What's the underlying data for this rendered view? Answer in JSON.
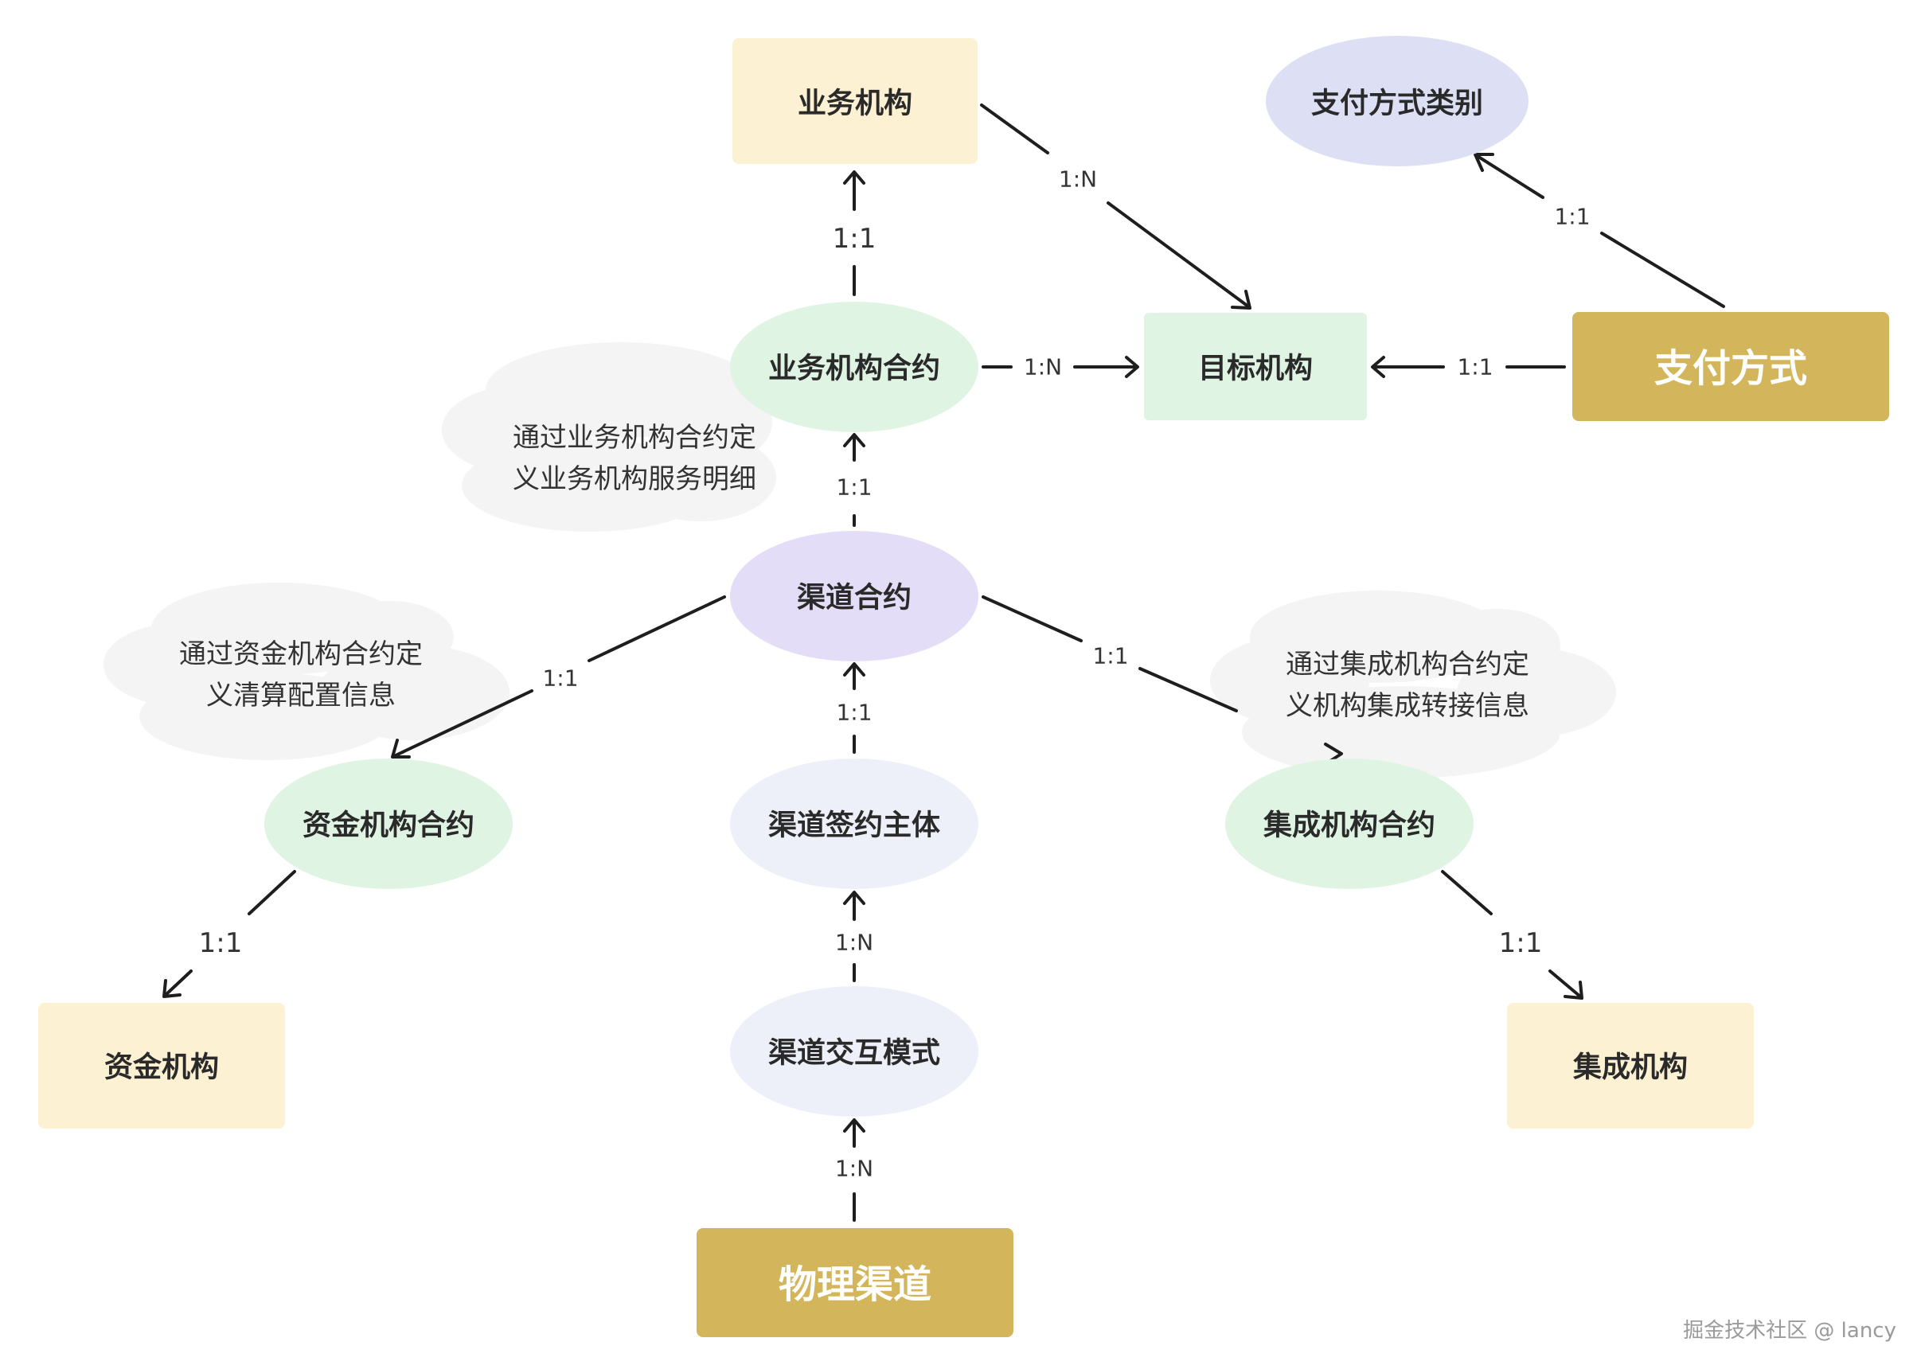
{
  "nodes": {
    "business_org": {
      "label": "业务机构",
      "shape": "rect",
      "color": "#FDF1D3"
    },
    "payment_method_category": {
      "label": "支付方式类别",
      "shape": "ellipse",
      "color": "#DDE0F4"
    },
    "business_org_contract": {
      "label": "业务机构合约",
      "shape": "ellipse",
      "color": "#E0F4E4"
    },
    "target_org": {
      "label": "目标机构",
      "shape": "rect",
      "color": "#E0F4E4"
    },
    "payment_method": {
      "label": "支付方式",
      "shape": "rect",
      "color": "#D3B55C"
    },
    "channel_contract": {
      "label": "渠道合约",
      "shape": "ellipse",
      "color": "#E4DDF8"
    },
    "fund_org_contract": {
      "label": "资金机构合约",
      "shape": "ellipse",
      "color": "#E0F4E4"
    },
    "channel_signing_entity": {
      "label": "渠道签约主体",
      "shape": "ellipse",
      "color": "#EDF0F9"
    },
    "integration_org_contract": {
      "label": "集成机构合约",
      "shape": "ellipse",
      "color": "#E0F4E4"
    },
    "fund_org": {
      "label": "资金机构",
      "shape": "rect",
      "color": "#FDF1D3"
    },
    "channel_interaction_mode": {
      "label": "渠道交互模式",
      "shape": "ellipse",
      "color": "#EDF0F9"
    },
    "integration_org": {
      "label": "集成机构",
      "shape": "rect",
      "color": "#FDF1D3"
    },
    "physical_channel": {
      "label": "物理渠道",
      "shape": "rect",
      "color": "#D3B55C"
    }
  },
  "relations": {
    "contract_to_business_org": "1:1",
    "business_org_to_target": "1:N",
    "payment_to_category": "1:1",
    "contract_to_target": "1:N",
    "payment_to_target": "1:1",
    "channel_to_business_contract": "1:1",
    "channel_to_fund_contract": "1:1",
    "channel_to_integration_contract": "1:1",
    "signing_to_channel_contract": "1:1",
    "interaction_to_signing": "1:N",
    "physical_to_interaction": "1:N",
    "fund_contract_to_fund_org": "1:1",
    "integration_contract_to_integration_org": "1:1"
  },
  "notes": {
    "business": [
      "通过业务机构合约定",
      "义业务机构服务明细"
    ],
    "fund": [
      "通过资金机构合约定",
      "义清算配置信息"
    ],
    "integration": [
      "通过集成机构合约定",
      "义机构集成转接信息"
    ]
  },
  "watermark": "掘金技术社区 @ lancy"
}
